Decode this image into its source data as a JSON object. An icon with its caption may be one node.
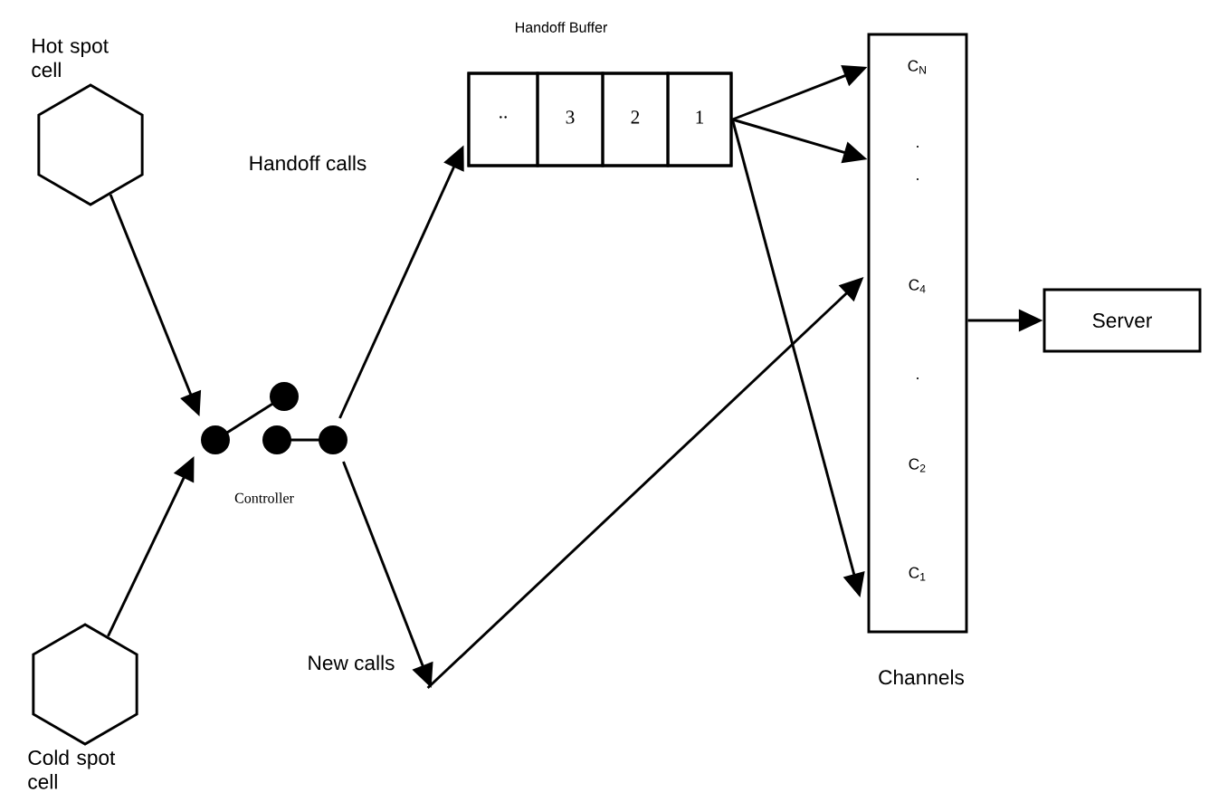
{
  "diagram": {
    "nodes": [
      {
        "text": [
          "Hot spot cell"
        ]
      },
      {
        "text": [
          "Cold spot cell"
        ]
      },
      {
        "text": [
          "Controller"
        ]
      },
      {
        "text": [
          "Handoff Buffer"
        ]
      },
      {
        "text": [
          ".."
        ],
        "in": 3
      },
      {
        "text": [
          "3"
        ],
        "in": 3
      },
      {
        "text": [
          "2"
        ],
        "in": 3
      },
      {
        "text": [
          "1"
        ],
        "in": 3
      },
      {
        "text": [
          "New calls"
        ]
      },
      {
        "text": [
          "Channels"
        ]
      },
      {
        "text": [
          "C$_{N}$"
        ],
        "in": 9
      },
      {
        "text": [
          "."
        ],
        "in": 9
      },
      {
        "text": [
          "."
        ],
        "in": 9
      },
      {
        "text": [
          "C$_{4}$"
        ],
        "in": 9
      },
      {
        "text": [
          "."
        ],
        "in": 9
      },
      {
        "text": [
          "C$_{2}$"
        ],
        "in": 9
      },
      {
        "text": [
          "C$_{1}$"
        ],
        "in": 9
      },
      {
        "text": [
          "Server"
        ]
      }
    ],
    "edges": [
      {
        "from": 0,
        "to": 2,
        "arrow": "to"
      },
      {
        "from": 1,
        "to": 2,
        "arrow": "to"
      },
      {
        "from": 2,
        "to": 3,
        "arrow": "to",
        "label": "Handoff calls"
      },
      {
        "from": 2,
        "to": 8,
        "arrow": "to"
      },
      {
        "from": 8,
        "to": 13,
        "arrow": "to"
      },
      {
        "from": 7,
        "to": 10,
        "arrow": "to"
      },
      {
        "from": 7,
        "to": 11,
        "arrow": "to"
      },
      {
        "from": 7,
        "to": 16,
        "arrow": "to"
      },
      {
        "from": 9,
        "to": 17,
        "arrow": "to"
      }
    ]
  }
}
